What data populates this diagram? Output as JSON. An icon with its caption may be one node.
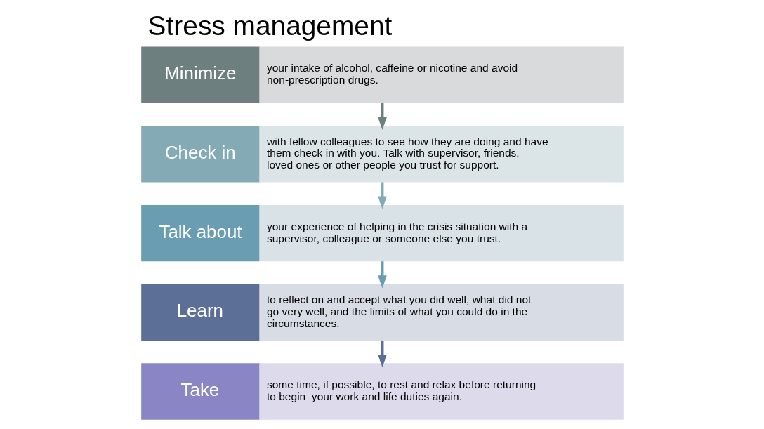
{
  "diagram": {
    "title": "Stress management",
    "nodes": [
      {
        "text": [
          "Minimize",
          "your intake of alcohol, caffeine or nicotine and avoid non-prescription drugs."
        ]
      },
      {
        "text": [
          "Check in",
          "with fellow colleagues to see how they are doing and have them check in with you. Talk with supervisor, friends, loved ones or other people you trust for support."
        ]
      },
      {
        "text": [
          "Talk about",
          "your experience of helping in the crisis situation with a supervisor, colleague or someone else you trust."
        ]
      },
      {
        "text": [
          "Learn",
          "to reflect on and accept what you did well, what did not go very well, and the limits of what you could do in the circumstances."
        ]
      },
      {
        "text": [
          "Take",
          "some time, if possible, to rest and relax before returning to begin  your work and life duties again."
        ]
      }
    ],
    "edges": [
      {
        "from": 0,
        "to": 1,
        "arrow": "to",
        "color": "#6e7f80"
      },
      {
        "from": 1,
        "to": 2,
        "arrow": "to",
        "color": "#84abb5"
      },
      {
        "from": 2,
        "to": 3,
        "arrow": "to",
        "color": "#6a9db1"
      },
      {
        "from": 3,
        "to": 4,
        "arrow": "to",
        "color": "#5c6f96"
      }
    ]
  }
}
